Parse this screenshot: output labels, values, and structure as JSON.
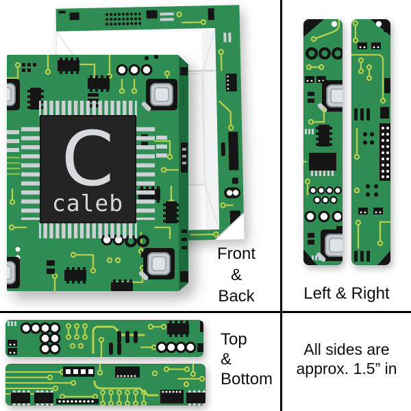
{
  "personalization": {
    "monogram_initial": "C",
    "name": "caleb"
  },
  "panels": {
    "front_back": {
      "label_lines": [
        "Front",
        "&",
        "Back"
      ]
    },
    "left_right": {
      "label": "Left & Right"
    },
    "top_bottom": {
      "label_lines": [
        "Top",
        "&",
        "Bottom"
      ]
    },
    "note": {
      "lines": [
        "All sides are",
        "approx. 1.5” in"
      ]
    }
  },
  "colors": {
    "background": "#ffffff",
    "divider": "#000000",
    "board_green": "#2f8c53",
    "board_green_dark": "#1d6a3d",
    "trace_yellow_green": "#b9d04f",
    "trace_green": "#7fbf45",
    "component_black": "#151515",
    "component_gray": "#ccd1d5",
    "chip_body": "#242424",
    "chip_text": "#d6dade",
    "pad_white": "#ffffff",
    "wood_tan": "#d9b17e",
    "label_text": "#0d0d0d"
  }
}
